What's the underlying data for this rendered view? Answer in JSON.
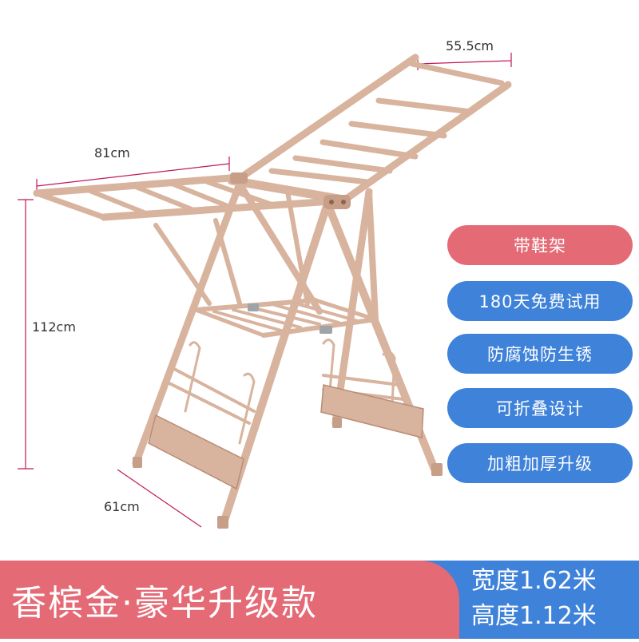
{
  "dimensions": {
    "top_width": "55.5cm",
    "wing_width": "81cm",
    "height": "112cm",
    "depth": "61cm"
  },
  "features": [
    {
      "label": "带鞋架",
      "color": "#e46a76"
    },
    {
      "label": "180天免费试用",
      "color": "#3f82d9"
    },
    {
      "label": "防腐蚀防生锈",
      "color": "#3f82d9"
    },
    {
      "label": "可折叠设计",
      "color": "#3f82d9"
    },
    {
      "label": "加粗加厚升级",
      "color": "#3f82d9"
    }
  ],
  "product": {
    "title": "香槟金·豪华升级款",
    "width_spec": "宽度1.62米",
    "height_spec": "高度1.12米"
  },
  "colors": {
    "frame": "#d8b39e",
    "frame_dark": "#b98d76",
    "dimension_line": "#c2185b",
    "accent_pink": "#e46a76",
    "accent_blue": "#3f82d9"
  }
}
